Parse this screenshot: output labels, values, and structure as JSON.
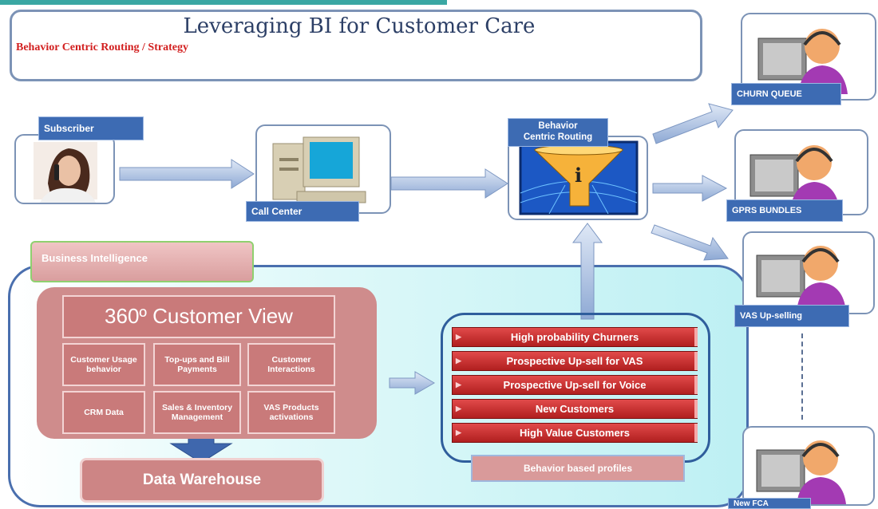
{
  "header": {
    "title": "Leveraging BI for Customer Care",
    "subtitle": "Behavior Centric Routing / Strategy"
  },
  "flow": {
    "subscriber_label": "Subscriber",
    "call_center_label": "Call Center",
    "routing_label_line1": "Behavior",
    "routing_label_line2": "Centric Routing"
  },
  "agents": [
    {
      "label": "CHURN QUEUE"
    },
    {
      "label": "GPRS BUNDLES"
    },
    {
      "label": "VAS Up-selling"
    },
    {
      "label": "New FCA"
    }
  ],
  "bi": {
    "tab_label": "Business Intelligence",
    "customer_view_title": "360º Customer View",
    "cells": [
      "Customer Usage behavior",
      "Top-ups and Bill Payments",
      "Customer Interactions",
      "CRM Data",
      "Sales & Inventory Management",
      "VAS Products activations"
    ],
    "data_warehouse": "Data Warehouse"
  },
  "profiles": {
    "items": [
      "High probability Churners",
      "Prospective Up-sell for VAS",
      "Prospective Up-sell for Voice",
      "New Customers",
      "High Value Customers"
    ],
    "label": "Behavior based profiles"
  },
  "colors": {
    "blue_label": "#3d6bb3",
    "pink_panel": "#cf8c8c",
    "red_bar": "#c42a2a",
    "teal_gradient": "#bdf0f3",
    "subtitle_red": "#d21f1f"
  }
}
